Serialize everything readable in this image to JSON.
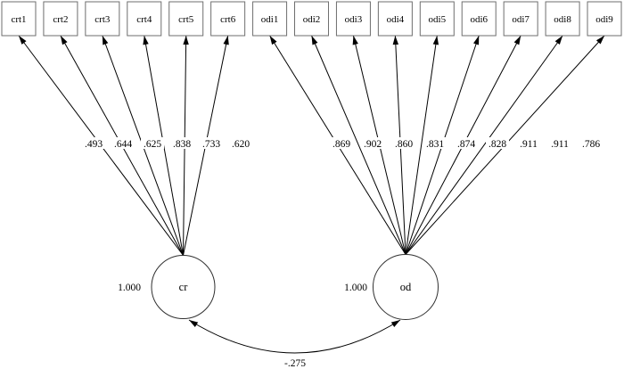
{
  "diagram": {
    "type": "sem-path-diagram",
    "factors": [
      {
        "name": "cr",
        "variance": "1.000",
        "indicators": [
          {
            "name": "crt1",
            "loading": ".493"
          },
          {
            "name": "crt2",
            "loading": ".644"
          },
          {
            "name": "crt3",
            "loading": ".625"
          },
          {
            "name": "crt4",
            "loading": ".838"
          },
          {
            "name": "crt5",
            "loading": ".733"
          },
          {
            "name": "crt6",
            "loading": ".620"
          }
        ]
      },
      {
        "name": "od",
        "variance": "1.000",
        "indicators": [
          {
            "name": "odi1",
            "loading": ".869"
          },
          {
            "name": "odi2",
            "loading": ".902"
          },
          {
            "name": "odi3",
            "loading": ".860"
          },
          {
            "name": "odi4",
            "loading": ".831"
          },
          {
            "name": "odi5",
            "loading": ".874"
          },
          {
            "name": "odi6",
            "loading": ".828"
          },
          {
            "name": "odi7",
            "loading": ".911"
          },
          {
            "name": "odi8",
            "loading": ".911"
          },
          {
            "name": "odi9",
            "loading": ".786"
          }
        ]
      }
    ],
    "covariance": {
      "between": [
        "cr",
        "od"
      ],
      "value": "-.275"
    }
  },
  "colors": {
    "line": "#000000",
    "box_border": "#6e6e6e",
    "circle_border": "#303030",
    "background": "#ffffff"
  }
}
